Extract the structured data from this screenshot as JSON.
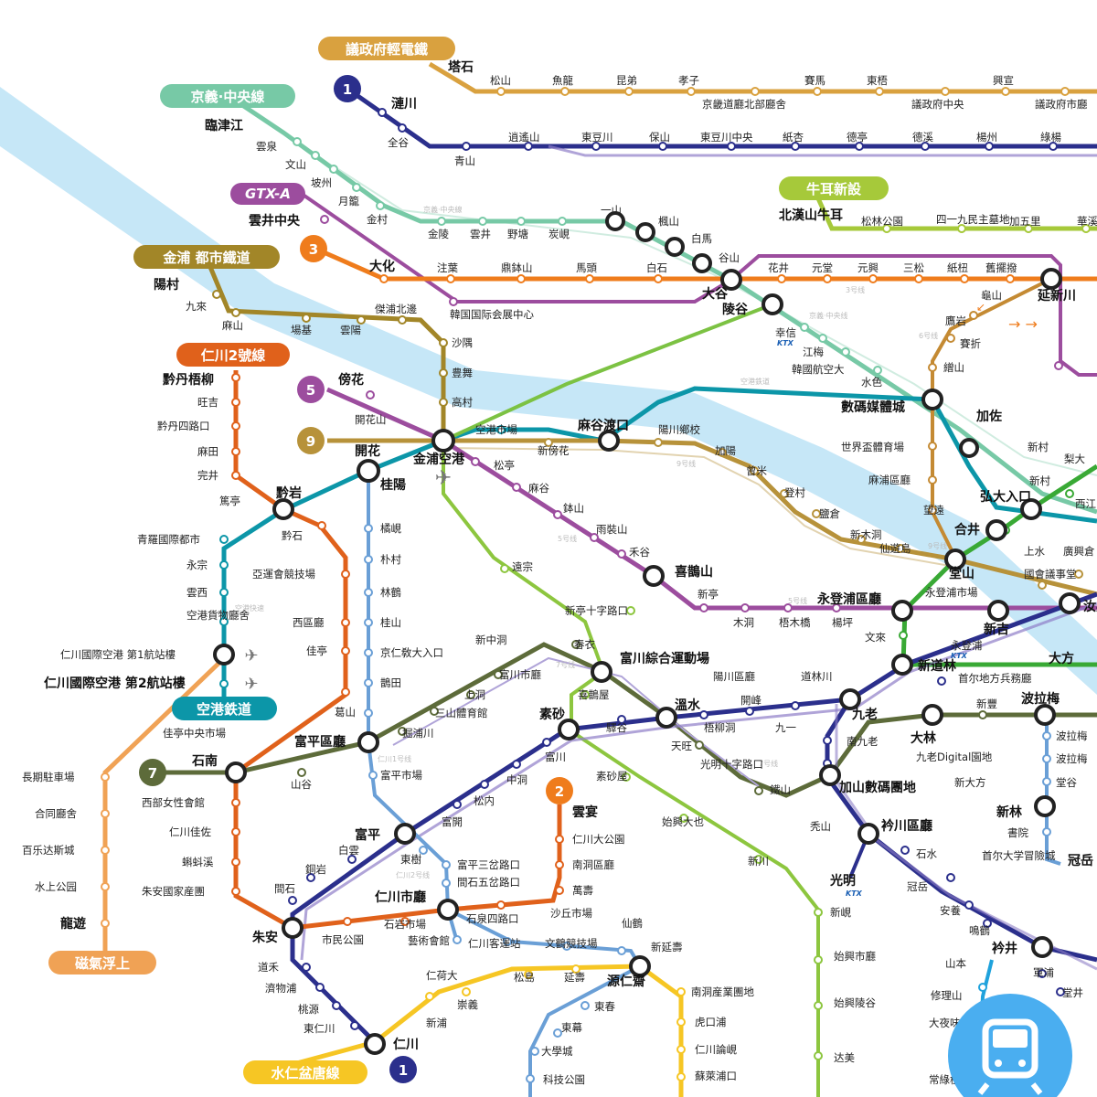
{
  "lines": {
    "uijeongbu": "議政府輕電鐵",
    "gyeongui": "京義·中央線",
    "gtxa": "GTX-A",
    "gimpo": "金浦 都市鐵道",
    "incheon2": "仁川2號線",
    "airport": "空港鉄道",
    "maglev": "磁氣浮上",
    "suin": "水仁盆唐線",
    "ui": "牛耳新設",
    "n1": "1",
    "n2": "2",
    "n3": "3",
    "n5": "5",
    "n7": "7",
    "n9": "9"
  },
  "colors": {
    "line1": "#2b2f8c",
    "line2": "#39a935",
    "line3": "#ef7c1c",
    "line5": "#9c4d9e",
    "line7": "#5d6b3a",
    "line9": "#b7923a",
    "airport": "#0c96a8",
    "gyeongui": "#77c9a6",
    "gimpo": "#a28628",
    "incheon1": "#6a9fd6",
    "incheon2": "#e0611b",
    "uijeongbu": "#d9a13f",
    "ui": "#a6c93a",
    "suin": "#f6c624",
    "maglev": "#f0a255",
    "river": "#c6e7f7"
  },
  "stations": {
    "s1": "塔石",
    "s2": "松山",
    "s3": "魚龍",
    "s4": "昆弟",
    "s5": "孝子",
    "s6": "京畿道廳北部廳舍",
    "s7": "賽馬",
    "s8": "東梧",
    "s9": "議政府中央",
    "s10": "興宣",
    "s11": "議政府市廳",
    "s12": "漣川",
    "s13": "全谷",
    "s14": "青山",
    "s15": "逍遙山",
    "s16": "東豆川",
    "s17": "保山",
    "s18": "東豆川中央",
    "s19": "紙杏",
    "s20": "德亭",
    "s21": "德溪",
    "s22": "楊州",
    "s23": "綠楊",
    "s24": "臨津江",
    "s25": "雲泉",
    "s26": "文山",
    "s27": "坡州",
    "s28": "月籠",
    "s29": "金村",
    "s30": "金陵",
    "s31": "雲井",
    "s32": "野塘",
    "s33": "炭峴",
    "s34": "一山",
    "s35": "楓山",
    "s36": "白馬",
    "s37": "谷山",
    "s38": "雲井中央",
    "s39": "大化",
    "s40": "注葉",
    "s41": "鼎鉢山",
    "s42": "馬頭",
    "s43": "白石",
    "s44": "大谷",
    "s45": "花井",
    "s46": "元堂",
    "s47": "元興",
    "s48": "三松",
    "s49": "紙杻",
    "s50": "舊擺撥",
    "s51": "延新川",
    "s52": "陽村",
    "s53": "九來",
    "s54": "麻山",
    "s55": "場基",
    "s56": "雲陽",
    "s57": "傑浦北邊",
    "s58": "韓国国际会展中心",
    "s59": "陵谷",
    "s60": "幸信",
    "s61": "江梅",
    "s62": "韓國航空大",
    "s63": "水色",
    "s64": "數碼媒體城",
    "s65": "加佐",
    "s66": "鷹岩",
    "s67": "龜山",
    "s68": "賽折",
    "s69": "繒山",
    "s70": "黔丹梧柳",
    "s71": "旺吉",
    "s72": "黔丹四路口",
    "s73": "麻田",
    "s74": "完井",
    "s75": "篤亭",
    "s76": "黔岩",
    "s77": "黔石",
    "s78": "傍花",
    "s79": "開花山",
    "s80": "開花",
    "s81": "金浦空港",
    "s82": "空港市場",
    "s83": "麻谷渡口",
    "s84": "陽川鄉校",
    "s85": "新傍花",
    "s86": "沙隅",
    "s87": "豊舞",
    "s88": "高村",
    "s89": "加陽",
    "s90": "曾米",
    "s91": "登村",
    "s92": "鹽倉",
    "s93": "新木洞",
    "s94": "仙遊島",
    "s95": "望遠",
    "s96": "合井",
    "s97": "堂山",
    "s98": "世界盃體育場",
    "s99": "麻浦區廳",
    "s100": "弘大入口",
    "s101": "新村",
    "s102": "梨大",
    "s103": "西江",
    "s104": "上水",
    "s105": "廣興倉",
    "s106": "國會議事堂",
    "s107": "汝矣",
    "s108": "永登浦市場",
    "s109": "松亭",
    "s110": "麻谷",
    "s111": "鉢山",
    "s112": "雨裝山",
    "s113": "禾谷",
    "s114": "喜鵲山",
    "s115": "新亭",
    "s116": "木洞",
    "s117": "梧木橋",
    "s118": "楊坪",
    "s119": "永登浦區廳",
    "s120": "文來",
    "s121": "新吉",
    "s122": "大方",
    "s123": "永登浦",
    "s124": "新道林",
    "s125": "首尔地方兵務廳",
    "s126": "道林川",
    "s127": "陽川區廳",
    "s128": "新亭十字路口",
    "s129": "遠宗",
    "s130": "桂陽",
    "s131": "橘峴",
    "s132": "朴村",
    "s133": "林鶴",
    "s134": "桂山",
    "s135": "京仁敎大入口",
    "s136": "鵲田",
    "s137": "葛山",
    "s138": "富平區廳",
    "s139": "富平市場",
    "s140": "掘浦川",
    "s141": "三山體育館",
    "s142": "上洞",
    "s143": "富川市廳",
    "s144": "新中洞",
    "s145": "春衣",
    "s146": "富川綜合運動場",
    "s147": "喜鵲屋",
    "s148": "溫水",
    "s149": "開峰",
    "s150": "九一",
    "s151": "九老",
    "s152": "梧柳洞",
    "s153": "天旺",
    "s154": "光明十字路口",
    "s155": "鐵山",
    "s156": "素砂",
    "s157": "驛谷",
    "s158": "富川",
    "s159": "中洞",
    "s160": "松内",
    "s161": "富開",
    "s162": "富平",
    "s163": "白雲",
    "s164": "東樹",
    "s165": "銅岩",
    "s166": "間石",
    "s167": "朱安",
    "s168": "道禾",
    "s169": "濟物浦",
    "s170": "桃源",
    "s171": "東仁川",
    "s172": "仁川",
    "s173": "青羅國際都市",
    "s174": "永宗",
    "s175": "雲西",
    "s176": "空港貨物廳舍",
    "s177": "仁川國際空港 第1航站樓",
    "s178": "仁川國際空港 第2航站樓",
    "s179": "亞運會競技場",
    "s180": "西區廳",
    "s181": "佳亭",
    "s182": "佳亭中央市場",
    "s183": "石南",
    "s184": "山谷",
    "s185": "西部女性會館",
    "s186": "仁川佳佐",
    "s187": "蝌蚪溪",
    "s188": "朱安國家産團",
    "s189": "長期駐車場",
    "s190": "合同廳舍",
    "s191": "百乐达斯城",
    "s192": "水上公园",
    "s193": "龍遊",
    "s194": "雲宴",
    "s195": "仁川大公園",
    "s196": "南洞區廳",
    "s197": "萬壽",
    "s198": "沙丘市場",
    "s199": "仁川市廳",
    "s200": "石岩市場",
    "s201": "藝術會館",
    "s202": "石泉四路口",
    "s203": "富平三岔路口",
    "s204": "間石五岔路口",
    "s205": "市民公園",
    "s206": "仁川客運站",
    "s207": "文鶴競技場",
    "s208": "仙鶴",
    "s209": "新延壽",
    "s210": "源仁齋",
    "s211": "仁荷大",
    "s212": "松島",
    "s213": "延壽",
    "s214": "崇義",
    "s215": "新浦",
    "s216": "東春",
    "s217": "東幕",
    "s218": "大學城",
    "s219": "科技公園",
    "s220": "南洞産業團地",
    "s221": "虎口浦",
    "s222": "仁川論峴",
    "s223": "蘇萊浦口",
    "s224": "素砂屋",
    "s225": "始興大也",
    "s226": "新川",
    "s227": "新峴",
    "s228": "始興市廳",
    "s229": "始興陵谷",
    "s230": "达美",
    "s231": "南九老",
    "s232": "加山數碼團地",
    "s233": "秃山",
    "s234": "衿川區廳",
    "s235": "光明",
    "s236": "石水",
    "s237": "冠岳",
    "s238": "安養",
    "s239": "鳴鶴",
    "s240": "衿井",
    "s241": "軍浦",
    "s242": "堂井",
    "s243": "山本",
    "s244": "修理山",
    "s245": "大夜味",
    "s246": "常綠樹",
    "s247": "大林",
    "s248": "九老Digital園地",
    "s249": "新大方",
    "s250": "新豐",
    "s251": "波拉梅",
    "s252": "新林",
    "s253": "書院",
    "s254": "首尔大学冒險城",
    "s255": "冠岳",
    "s256": "堂谷",
    "s257": "北漢山牛耳",
    "s258": "松林公園",
    "s259": "四一九民主墓地",
    "s260": "加五里",
    "s261": "華溪"
  },
  "ghost": {
    "g1": "京義·中央線",
    "g2": "3号线",
    "g3": "京義·中央线",
    "g4": "6号线",
    "g5": "空港鉄道",
    "g6": "5号线",
    "g7": "9号线",
    "g8": "7号线",
    "g9": "仁川1号线",
    "g10": "仁川2号线",
    "g11": "空港快速",
    "g12": "7号线",
    "g13": "5号线",
    "g14": "9号线"
  },
  "ktx": "KTX"
}
